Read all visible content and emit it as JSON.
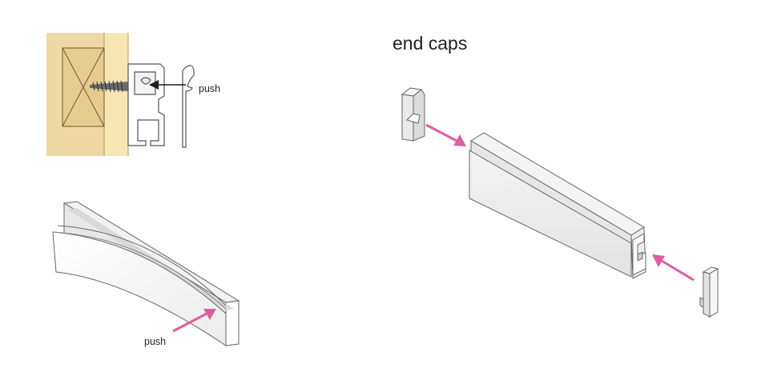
{
  "labels": {
    "end_caps": "end caps",
    "push_wall": "push",
    "push_bend": "push"
  },
  "colors": {
    "wood": "#eed9a4",
    "wood_dark": "#e4c98a",
    "wall": "#f6e6b3",
    "profile_fill": "#ffffff",
    "profile_shadow": "#dcdcdc",
    "outline": "#555555",
    "arrow_black": "#231f20",
    "arrow_pink": "#e05ca0"
  },
  "icons": {
    "screw": "screw-icon",
    "arrow_pink": "pink-arrow-icon",
    "arrow_black": "black-arrow-icon"
  }
}
